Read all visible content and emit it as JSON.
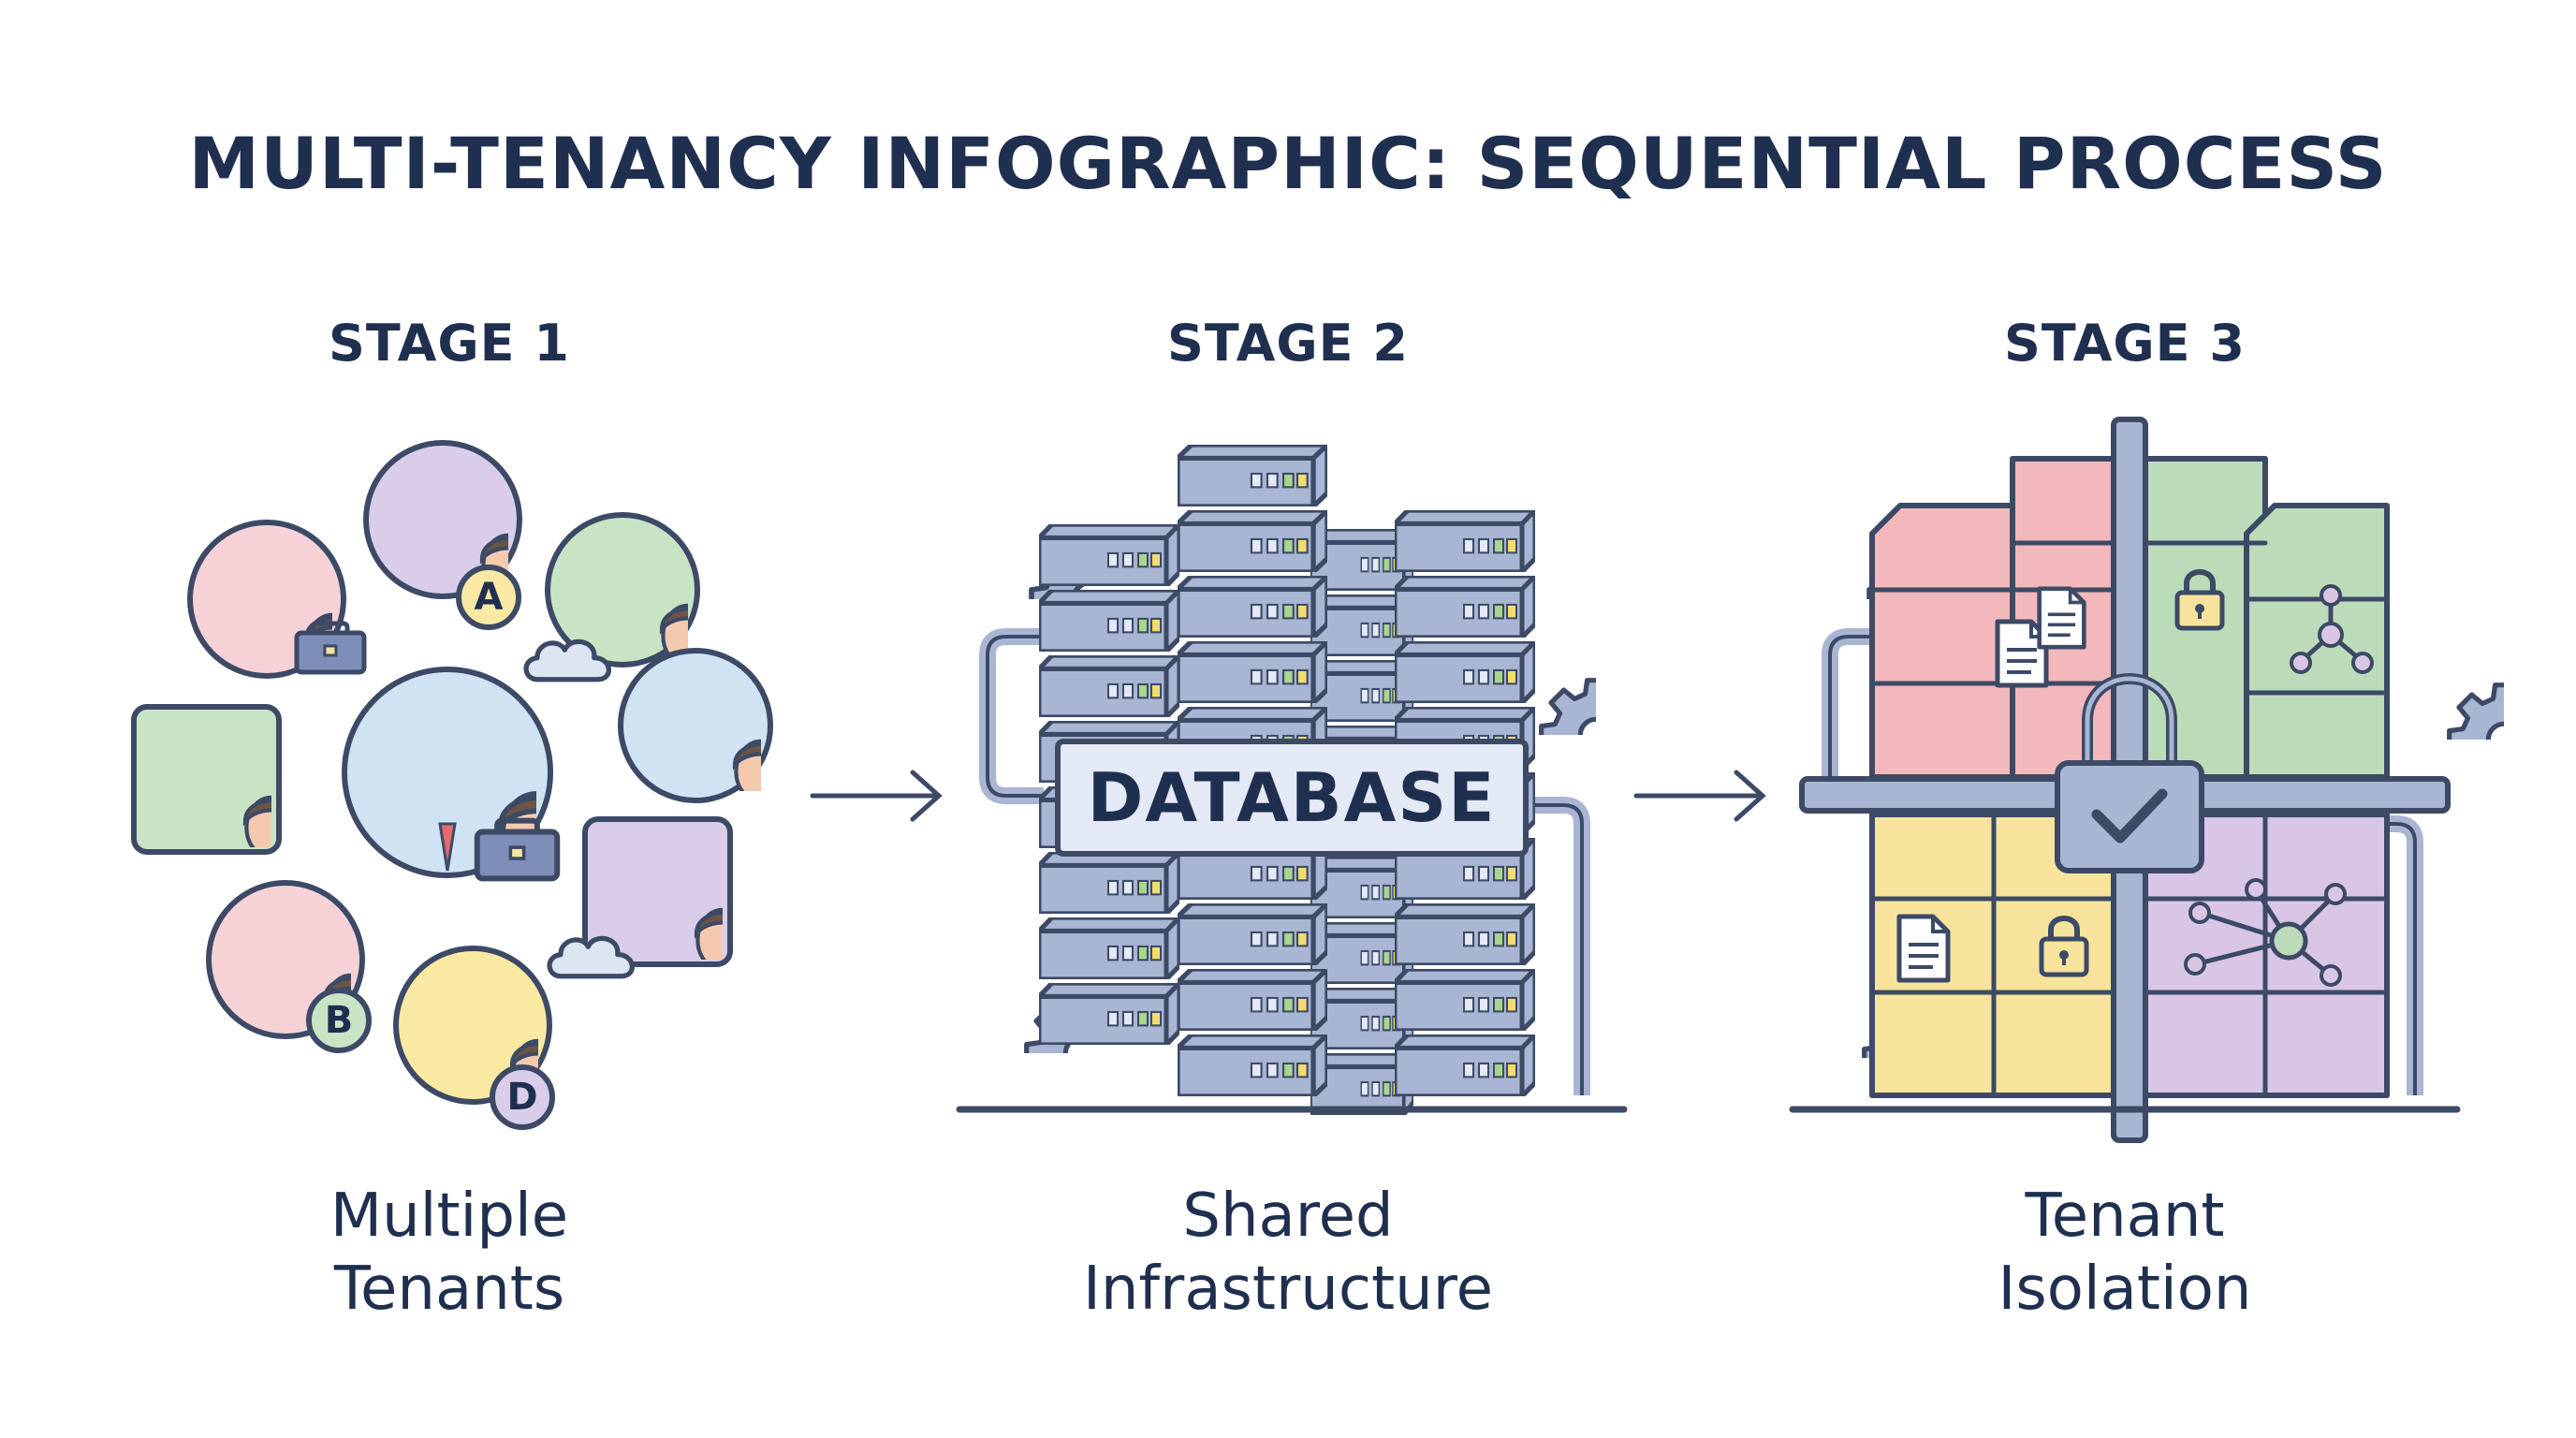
{
  "title": "MULTI-TENANCY INFOGRAPHIC: SEQUENTIAL PROCESS",
  "stages": [
    {
      "label": "STAGE 1",
      "caption_line1": "Multiple",
      "caption_line2": "Tenants"
    },
    {
      "label": "STAGE 2",
      "caption_line1": "Shared",
      "caption_line2": "Infrastructure"
    },
    {
      "label": "STAGE 3",
      "caption_line1": "Tenant",
      "caption_line2": "Isolation"
    }
  ],
  "tenant_badges": [
    "A",
    "B",
    "D"
  ],
  "database_label": "DATABASE",
  "icons": {
    "tenants": [
      "user-avatar-icon",
      "briefcase-icon",
      "cloud-icon"
    ],
    "infrastructure": [
      "server-rack-icon",
      "gear-icon",
      "pipe-icon"
    ],
    "isolation": [
      "padlock-check-icon",
      "lock-icon",
      "document-icon",
      "network-node-icon"
    ],
    "flow": "arrow-right-icon"
  },
  "colors": {
    "outline": "#3c4a66",
    "server_blue": "#a9b6d3",
    "tenant_red": "#f2b8bb",
    "tenant_green": "#bcdcb9",
    "tenant_yellow": "#f7e39b",
    "tenant_purple": "#d9c6e4",
    "avatar_bg_pink": "#f6d2d6",
    "avatar_bg_purple": "#d9cdea",
    "avatar_bg_green": "#c9e4c4",
    "avatar_bg_blue": "#cfe3f3",
    "avatar_bg_yellow": "#f9e9a3"
  }
}
